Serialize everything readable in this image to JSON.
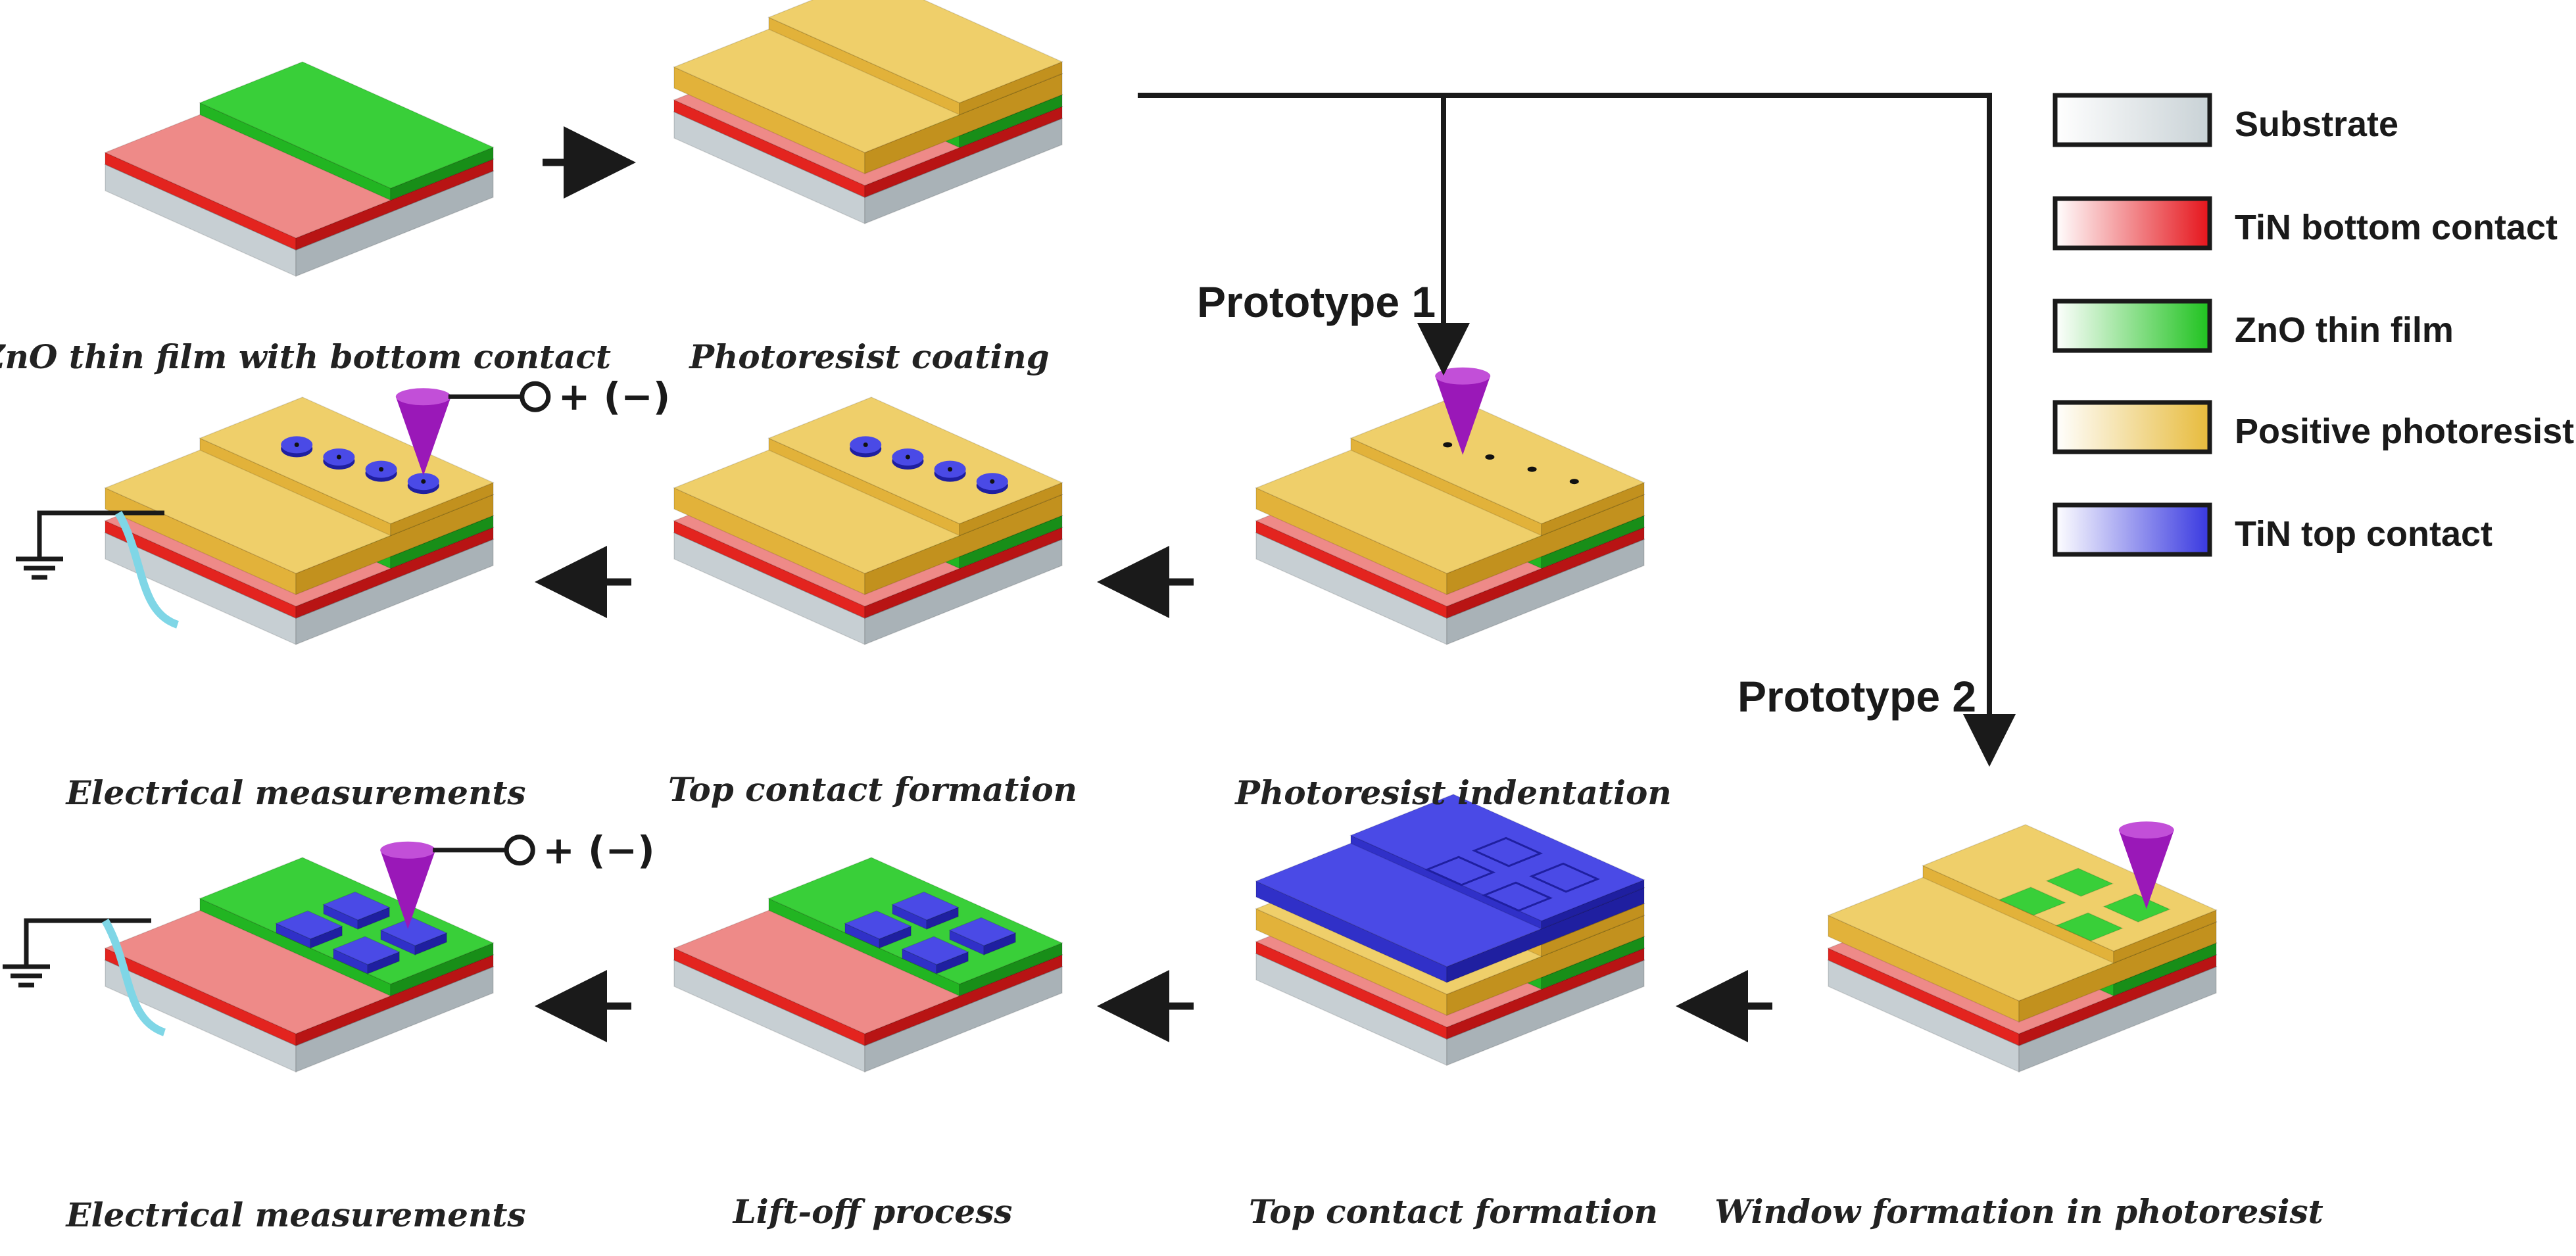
{
  "legend": [
    {
      "label": "Substrate",
      "color": "#c9d2d6"
    },
    {
      "label": "TiN bottom contact",
      "color": "#e5141b"
    },
    {
      "label": "ZnO thin film",
      "color": "#1fc21f"
    },
    {
      "label": "Positive photoresist",
      "color": "#e7bb3c"
    },
    {
      "label": "TiN top contact",
      "color": "#3838e0"
    }
  ],
  "branches": {
    "p1": "Prototype 1",
    "p2": "Prototype 2"
  },
  "polarity": "+ (−)",
  "steps": {
    "s1": "ZnO thin film with bottom contact",
    "s2": "Photoresist  coating",
    "s3": "Photoresist indentation",
    "s4": "Top contact formation",
    "s5": "Electrical measurements",
    "s6": "Window formation in photoresist",
    "s7": "Top contact formation",
    "s8": "Lift-off process",
    "s9": "Electrical measurements"
  },
  "colors": {
    "sub_top": "#eef2f4",
    "sub_left": "#c7cfd3",
    "sub_right": "#a9b2b7",
    "red_top": "#ee8a88",
    "red_left": "#e3241f",
    "red_right": "#b81414",
    "green_top": "#39cf39",
    "green_left": "#22b522",
    "green_right": "#188e18",
    "pr_top": "#efcf6a",
    "pr_left": "#e2b23a",
    "pr_right": "#c2911e",
    "blue_top": "#4a4ae6",
    "blue_left": "#3030c8",
    "blue_right": "#1f1fa0",
    "tip": "#9a18b8",
    "wire": "#7fd6e6"
  }
}
